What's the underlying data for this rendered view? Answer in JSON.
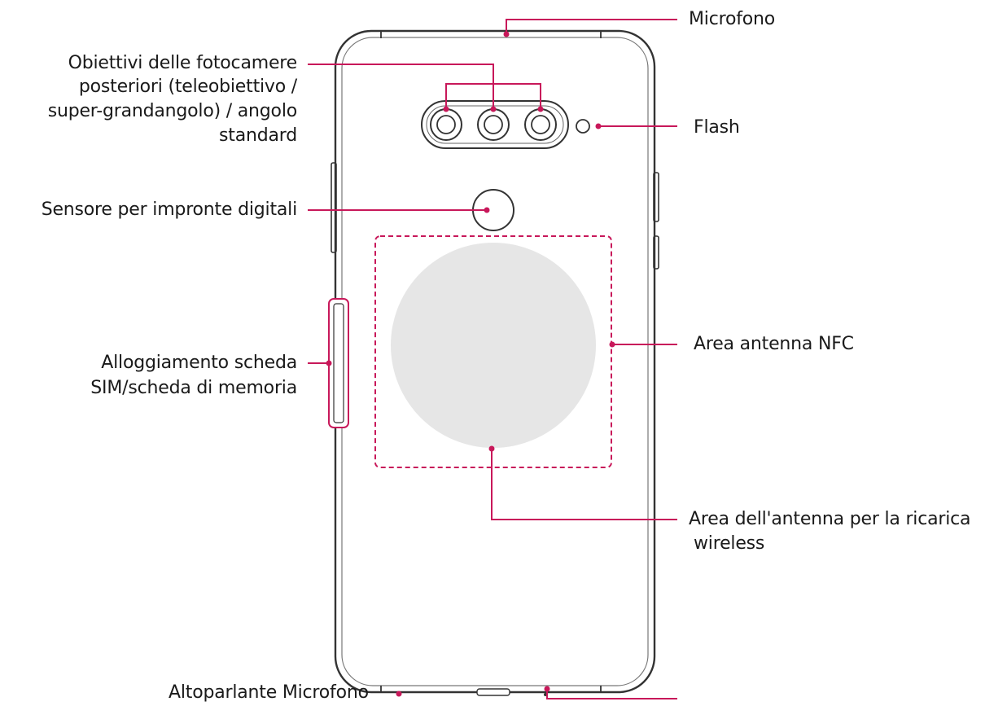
{
  "labels": {
    "microphone_top": "Microfono",
    "rear_cameras_l1": "Obiettivi delle fotocamere",
    "rear_cameras_l2": "posteriori (teleobiettivo /",
    "rear_cameras_l3": "super-grandangolo) / angolo",
    "rear_cameras_l4": "standard",
    "flash": "Flash",
    "fingerprint": "Sensore per impronte digitali",
    "nfc": "Area antenna NFC",
    "sim_slot_l1": "Alloggiamento scheda",
    "sim_slot_l2": "SIM/scheda di memoria",
    "wireless_l1": "Area dell'antenna per la ricarica",
    "wireless_l2": "wireless",
    "bottom_left": "Altoparlante Microfono"
  },
  "colors": {
    "accent": "#c8185a",
    "outline": "#333333",
    "charging_area": "#e6e6e6"
  }
}
